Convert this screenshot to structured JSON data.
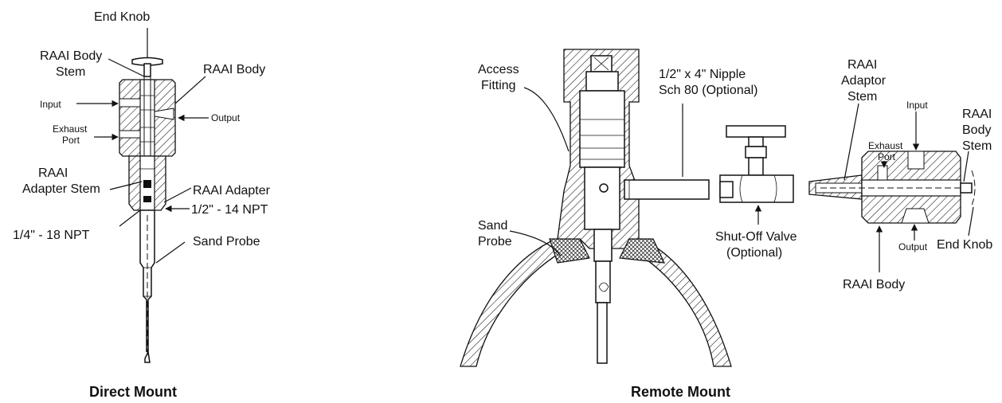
{
  "direct_mount": {
    "title": "Direct Mount",
    "labels": {
      "end_knob": "End Knob",
      "body_stem_1": "RAAI Body",
      "body_stem_2": "Stem",
      "raai_body": "RAAI Body",
      "input": "Input",
      "output": "Output",
      "exhaust_1": "Exhaust",
      "exhaust_2": "Port",
      "adapter_stem_1": "RAAI",
      "adapter_stem_2": "Adapter Stem",
      "raai_adapter": "RAAI Adapter",
      "npt_half": "1/2\" - 14 NPT",
      "npt_quarter": "1/4\" - 18 NPT",
      "sand_probe": "Sand Probe"
    }
  },
  "remote_mount": {
    "title": "Remote Mount",
    "labels": {
      "access_1": "Access",
      "access_2": "Fitting",
      "nipple_1": "1/2\" x 4\" Nipple",
      "nipple_2": "Sch 80 (Optional)",
      "sand_1": "Sand",
      "sand_2": "Probe",
      "valve_1": "Shut-Off Valve",
      "valve_2": "(Optional)",
      "adaptor_1": "RAAI",
      "adaptor_2": "Adaptor",
      "adaptor_3": "Stem",
      "exhaust_1": "Exhaust",
      "exhaust_2": "Port",
      "input": "Input",
      "body_stem_1": "RAAI",
      "body_stem_2": "Body",
      "body_stem_3": "Stem",
      "output": "Output",
      "end_knob": "End Knob",
      "raai_body": "RAAI Body"
    }
  }
}
